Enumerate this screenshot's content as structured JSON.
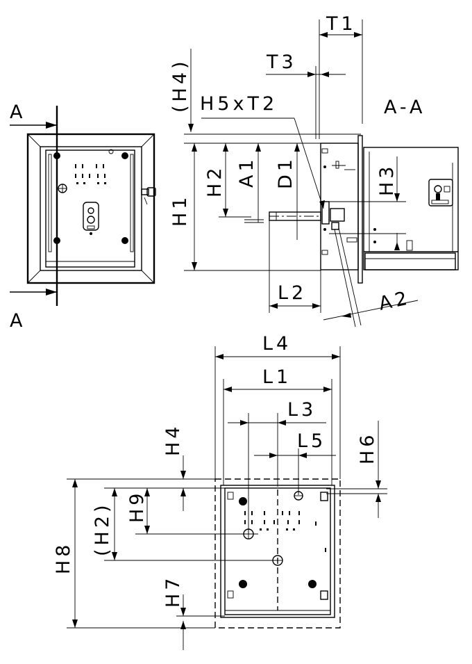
{
  "labels": {
    "section_mark_top": "A",
    "section_mark_bottom": "A",
    "section_title": "A-A",
    "t1": "T1",
    "t3": "T3",
    "h4_paren": "(H4)",
    "h5xt2": "H5xT2",
    "h1": "H1",
    "h2": "H2",
    "a1": "A1",
    "d1": "D1",
    "h3": "H3",
    "l2": "L2",
    "a2": "A2",
    "l4": "L4",
    "l1": "L1",
    "l3": "L3",
    "l5": "L5",
    "h4": "H4",
    "h6": "H6",
    "h9": "H9",
    "h2_paren": "(H2)",
    "h8": "H8",
    "h7": "H7"
  }
}
